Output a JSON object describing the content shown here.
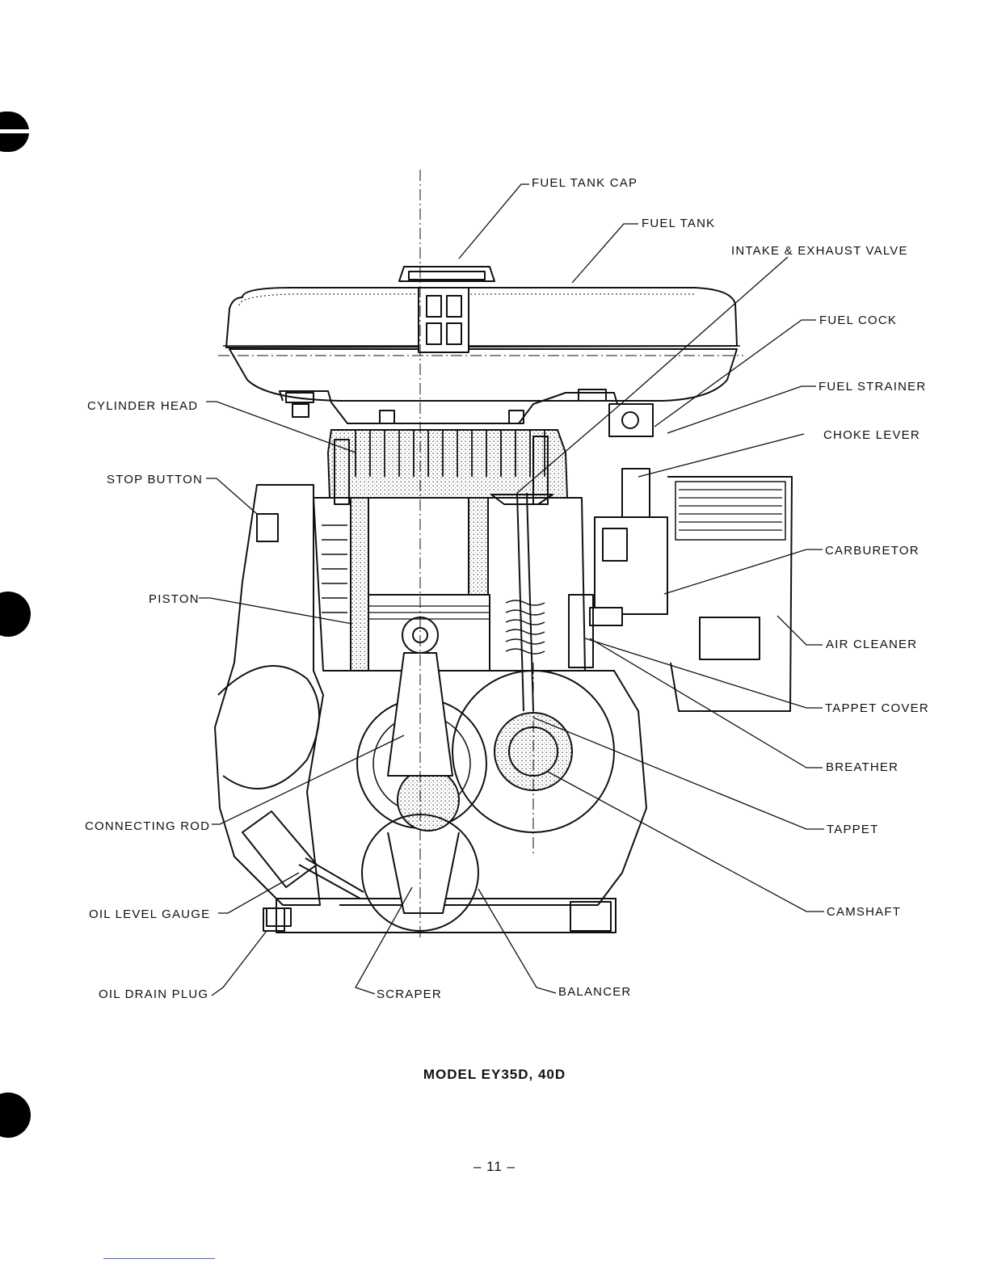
{
  "labels": {
    "fuel_tank_cap": "FUEL TANK CAP",
    "fuel_tank": "FUEL TANK",
    "intake_exhaust_valve": "INTAKE & EXHAUST VALVE",
    "fuel_cock": "FUEL COCK",
    "fuel_strainer": "FUEL STRAINER",
    "choke_lever": "CHOKE LEVER",
    "cylinder_head": "CYLINDER HEAD",
    "stop_button": "STOP BUTTON",
    "carburetor": "CARBURETOR",
    "piston": "PISTON",
    "air_cleaner": "AIR CLEANER",
    "tappet_cover": "TAPPET COVER",
    "breather": "BREATHER",
    "connecting_rod": "CONNECTING ROD",
    "tappet": "TAPPET",
    "oil_level_gauge": "OIL LEVEL GAUGE",
    "camshaft": "CAMSHAFT",
    "oil_drain_plug": "OIL DRAIN PLUG",
    "scraper": "SCRAPER",
    "balancer": "BALANCER"
  },
  "caption": "MODEL EY35D, 40D",
  "page_number": "– 11 –"
}
